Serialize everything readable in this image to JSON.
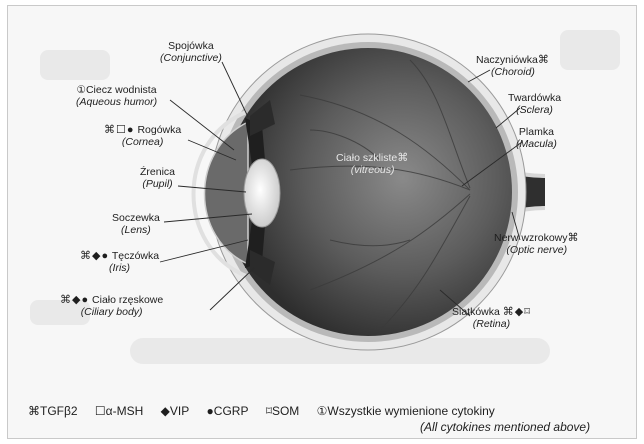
{
  "labels": {
    "conjunctiva": {
      "pl": "Spojówka",
      "en": "(Conjunctive)"
    },
    "aqueous": {
      "pl": "Ciecz wodnista",
      "en": "(Aqueous humor)",
      "marker": "①"
    },
    "cornea": {
      "pl": "Rogówka",
      "en": "(Cornea)",
      "symbols": "⌘☐●"
    },
    "pupil": {
      "pl": "Źrenica",
      "en": "(Pupil)"
    },
    "lens": {
      "pl": "Soczewka",
      "en": "(Lens)"
    },
    "iris": {
      "pl": "Tęczówka",
      "en": "(Iris)",
      "symbols": "⌘◆●"
    },
    "ciliary": {
      "pl": "Ciało rzęskowe",
      "en": "(Ciliary body)",
      "symbols": "⌘◆●"
    },
    "vitreous": {
      "pl": "Ciało szkliste",
      "en": "(vitreous)",
      "symbols": "⌘"
    },
    "choroid": {
      "pl": "Naczyniówka",
      "en": "(Choroid)",
      "symbols": "⌘"
    },
    "sclera": {
      "pl": "Twardówka",
      "en": "(Sclera)"
    },
    "macula": {
      "pl": "Plamka",
      "en": "(Macula)"
    },
    "optic": {
      "pl": "Nerw wzrokowy",
      "en": "(Optic nerve)",
      "symbols": "⌘"
    },
    "retina": {
      "pl": "Siatkówka",
      "en": "(Retina)",
      "symbols": "⌘◆⌑"
    }
  },
  "legend": {
    "tgf": "⌘TGFβ2",
    "msh": "☐α-MSH",
    "vip": "◆VIP",
    "cgrp": "●CGRP",
    "som": "⌑SOM",
    "all": "①Wszystkie wymienione cytokiny",
    "all_en": "(All cytokines mentioned above)"
  },
  "colors": {
    "vitreous_dark": "#3a3a3a",
    "vitreous_light": "#7a7a7a",
    "sclera": "#e6e6e6",
    "lens": "#dcdcdc"
  }
}
